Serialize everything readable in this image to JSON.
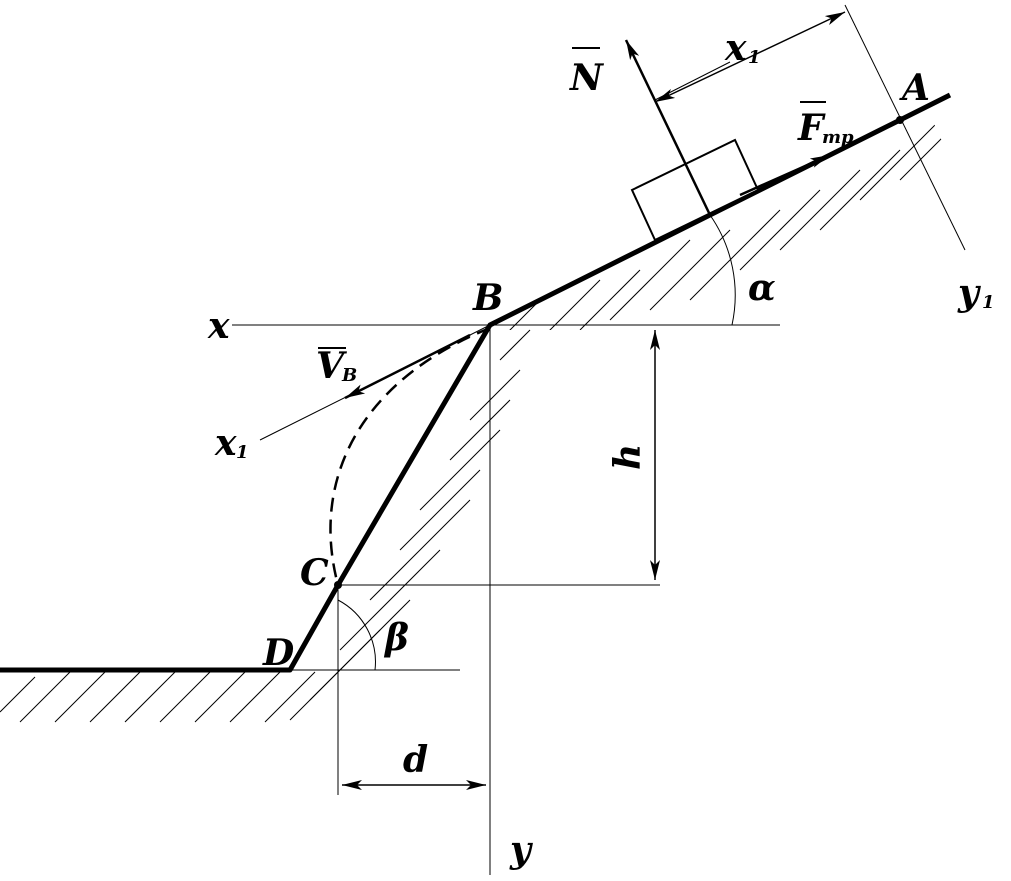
{
  "labels": {
    "point_a": "A",
    "point_b": "B",
    "point_c": "C",
    "point_d": "D",
    "axis_x": "x",
    "axis_y": "y",
    "axis_x1": "x",
    "axis_x1_sub": "1",
    "axis_y1": "y",
    "axis_y1_sub": "1",
    "dim_x1": "x",
    "dim_x1_sub": "1",
    "force_n": "N",
    "force_f": "F",
    "force_f_sub": "mp",
    "velocity_v": "V",
    "velocity_v_sub": "B",
    "angle_alpha": "α",
    "angle_beta": "β",
    "height_h": "h",
    "distance_d": "d"
  },
  "colors": {
    "line": "#000000",
    "background": "#ffffff"
  }
}
